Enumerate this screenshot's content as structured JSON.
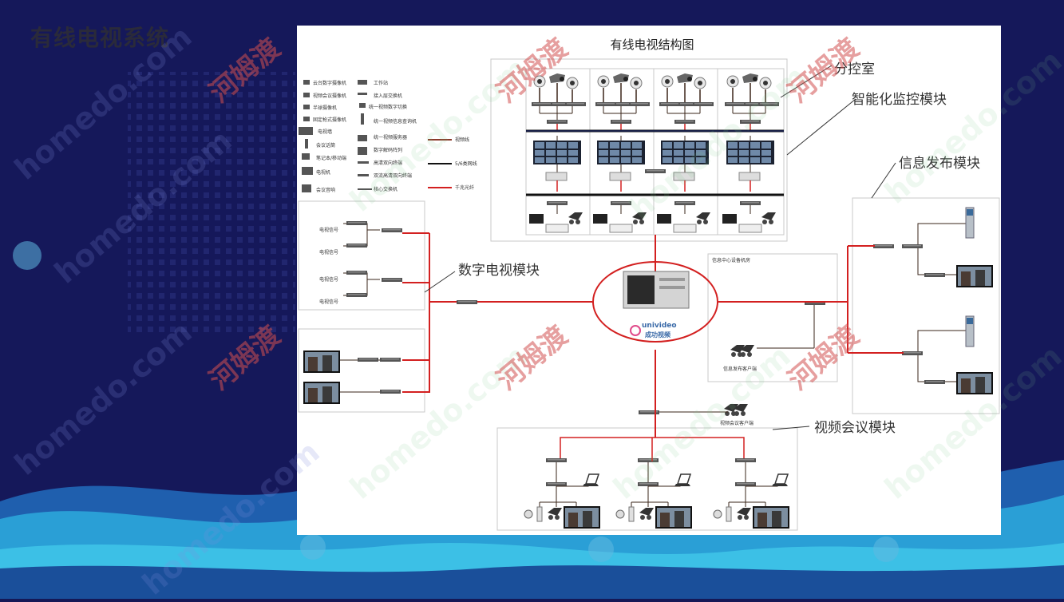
{
  "slide": {
    "title": "有线电视系统"
  },
  "diagram": {
    "title": "有线电视结构图",
    "module_labels": {
      "control_room": "分控室",
      "monitoring": "智能化监控模块",
      "info_release": "信息发布模块",
      "digital_tv": "数字电视模块",
      "video_conf": "视频会议模块"
    },
    "center_device": {
      "brand": "univideo",
      "brand_cn": "成功视频"
    },
    "legend_devices": [
      "云台数字摄像机",
      "视频会议摄像机",
      "半球摄像机",
      "固定枪式摄像机",
      "电视墙",
      "会议话筒",
      "笔记本/移动端",
      "电视机",
      "会议音响"
    ],
    "legend_devices_2": [
      "工作站",
      "接入层交换机",
      "统一视频数字切换",
      "统一视频信息查询机",
      "统一视频服务器",
      "数字解码阵列",
      "高清双向终端",
      "双流高清双向终端",
      "核心交换机"
    ],
    "legend_lines": [
      "视频线",
      "5/6类网线",
      "千兆光纤"
    ],
    "colors": {
      "fiber": "#d32020",
      "cable": "#3a2418",
      "box": "#c8c8c8"
    }
  },
  "watermarks": {
    "en": "homedo.com",
    "cn": "河姆渡"
  }
}
